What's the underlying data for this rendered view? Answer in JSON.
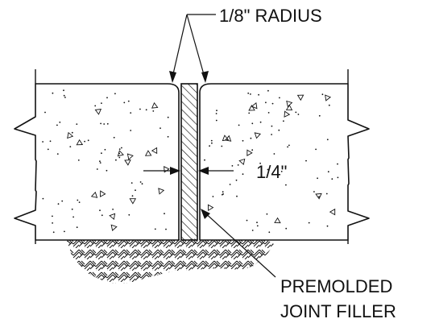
{
  "labels": {
    "radius": "1/8\" RADIUS",
    "joint_width": "1/4\"",
    "filler_line1": "PREMOLDED",
    "filler_line2": "JOINT FILLER"
  },
  "colors": {
    "ink": "#111111",
    "background": "#ffffff"
  }
}
